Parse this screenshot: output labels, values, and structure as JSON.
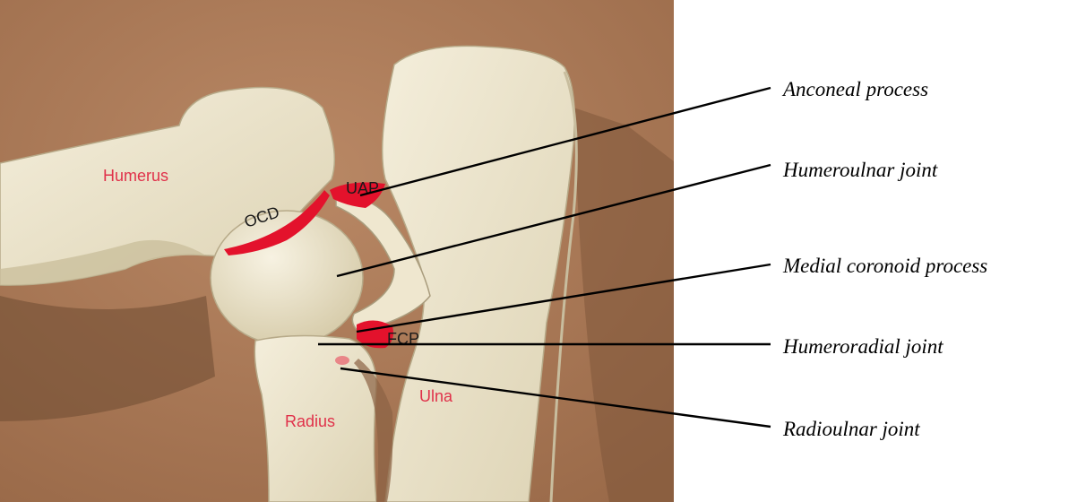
{
  "photo": {
    "labels": {
      "humerus": "Humerus",
      "ocd": "OCD",
      "uap": "UAP",
      "fcp": "FCP",
      "radius": "Radius",
      "ulna": "Ulna"
    },
    "colors": {
      "background": "#ad7b58",
      "bone": "#ece4cb",
      "lesion_red": "#e3122c",
      "label_red": "#e0314a"
    }
  },
  "callouts": {
    "anconeal_process": "Anconeal process",
    "humeroulnar_joint": "Humeroulnar joint",
    "medial_coronoid_process": "Medial coronoid process",
    "humeroradial_joint": "Humeroradial joint",
    "radioulnar_joint": "Radioulnar joint"
  }
}
